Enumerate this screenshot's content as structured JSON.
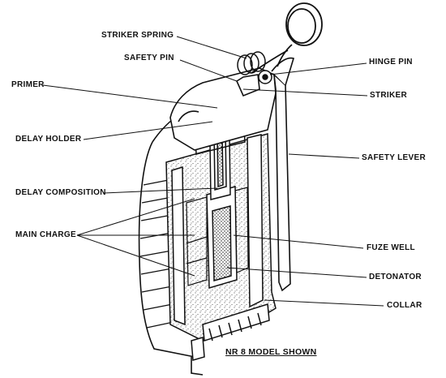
{
  "diagram": {
    "labels": {
      "striker_spring": "STRIKER SPRING",
      "safety_pin": "SAFETY PIN",
      "hinge_pin": "HINGE PIN",
      "primer": "PRIMER",
      "striker": "STRIKER",
      "delay_holder": "DELAY HOLDER",
      "safety_lever": "SAFETY LEVER",
      "delay_composition": "DELAY COMPOSITION",
      "main_charge": "MAIN CHARGE",
      "fuze_well": "FUZE WELL",
      "detonator": "DETONATOR",
      "collar": "COLLAR"
    },
    "caption": "NR 8 MODEL SHOWN"
  }
}
